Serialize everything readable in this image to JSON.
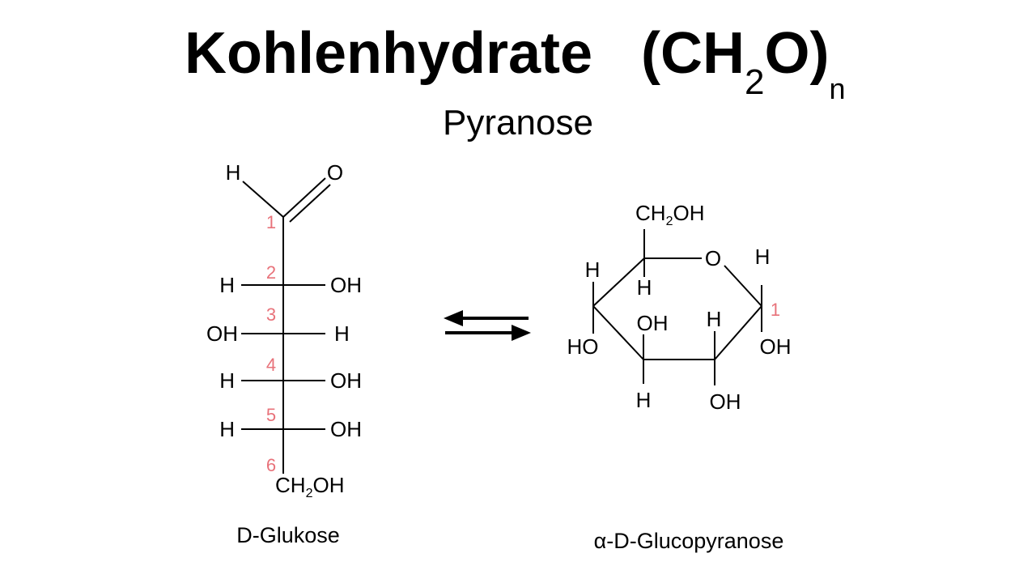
{
  "title": "Kohlenhydrate",
  "formula": {
    "open": "(CH",
    "sub": "2",
    "close": "O)",
    "n": "n"
  },
  "subtitle": "Pyranose",
  "glucose": {
    "aldehyde_h": "H",
    "aldehyde_o": "O",
    "numbers": [
      "1",
      "2",
      "3",
      "4",
      "5",
      "6"
    ],
    "rows": [
      {
        "left": "H",
        "right": "OH"
      },
      {
        "left": "OH",
        "right": "H"
      },
      {
        "left": "H",
        "right": "OH"
      },
      {
        "left": "H",
        "right": "OH"
      }
    ],
    "c6": {
      "a": "CH",
      "sub": "2",
      "b": "OH"
    },
    "caption": "D-Glukose"
  },
  "pyranose": {
    "ch2oh": {
      "a": "CH",
      "sub": "2",
      "b": "OH"
    },
    "ring_o": "O",
    "c5_h": "H",
    "c4_h": "H",
    "c4_oh": "HO",
    "c3_oh": "OH",
    "c3_h": "H",
    "c2_h": "H",
    "c2_oh": "OH",
    "c1_h": "H",
    "c1_oh": "OH",
    "c1_num": "1",
    "caption": "α-D-Glucopyranose"
  }
}
